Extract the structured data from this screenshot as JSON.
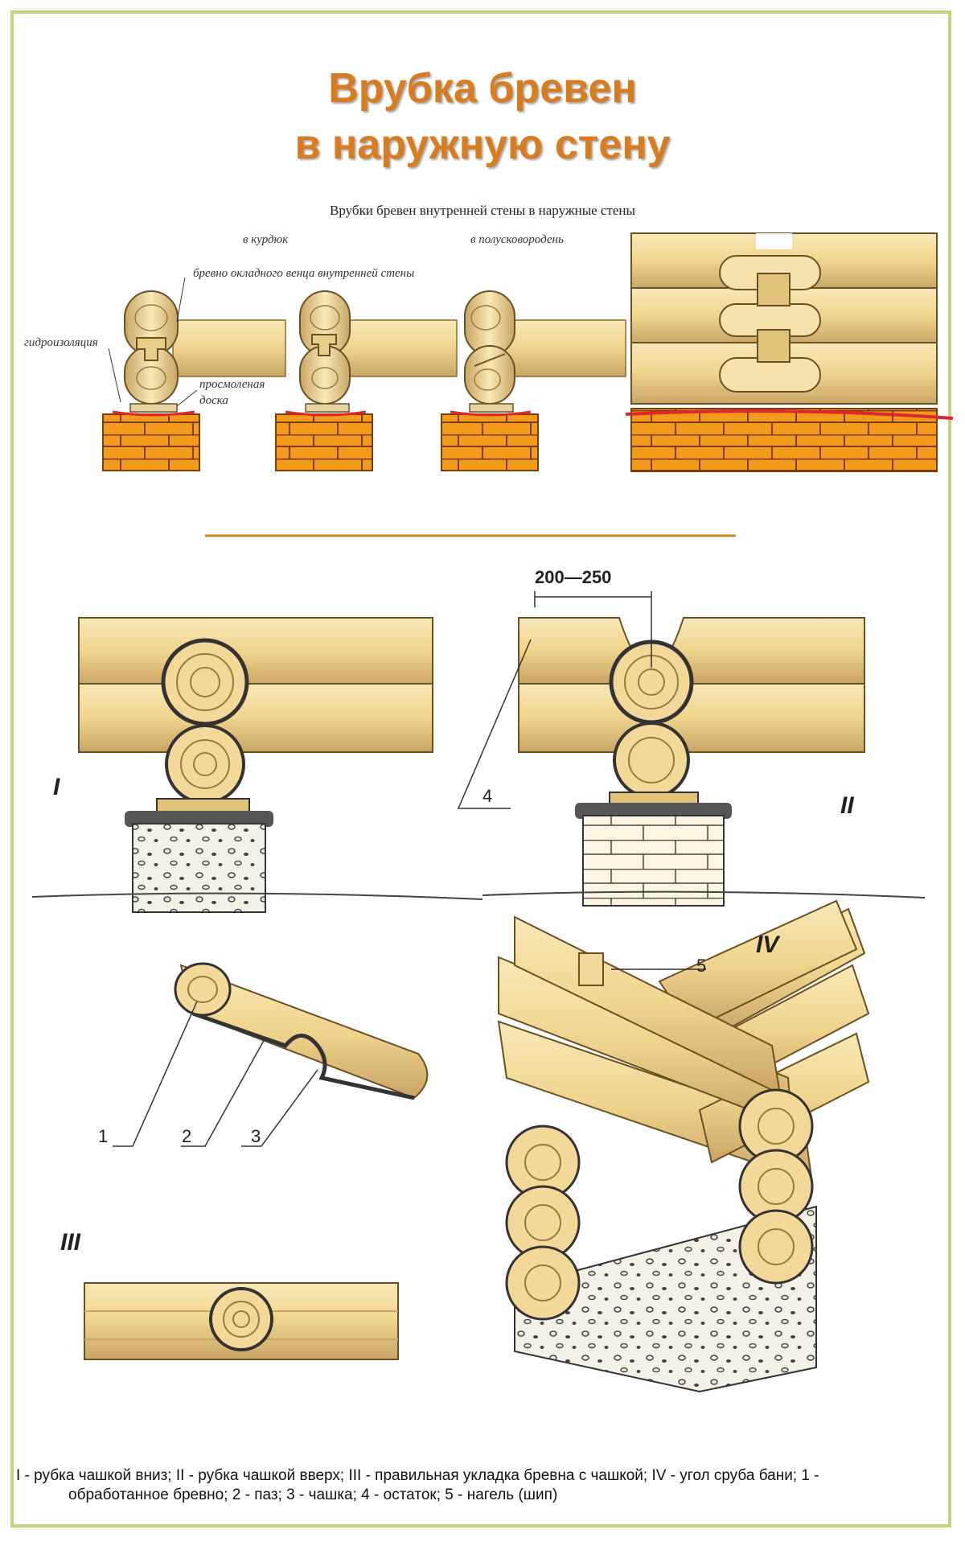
{
  "title": {
    "line1": "Врубка бревен",
    "line2": "в наружную стену"
  },
  "top_diagram": {
    "heading": "Врубки бревен внутренней стены в наружные стены",
    "label_kurdyuk": "в курдюк",
    "label_polu": "в полусковородень",
    "label_log": "бревно окладного венца внутренней стены",
    "label_hydro": "гидроизоляция",
    "label_board_1": "просмоленая",
    "label_board_2": "доска"
  },
  "bottom_diagram": {
    "roman_1": "I",
    "roman_2": "II",
    "roman_3": "III",
    "roman_4": "IV",
    "dimension": "200—250",
    "num_1": "1",
    "num_2": "2",
    "num_3": "3",
    "num_4": "4",
    "num_5": "5"
  },
  "caption": {
    "line1": "I - рубка чашкой вниз; II - рубка чашкой вверх; III - правильная укладка бревна с чашкой; IV - угол сруба бани; 1 -",
    "line2": "обработанное бревно; 2 - паз; 3 - чашка; 4 - остаток; 5 - нагель (шип)"
  },
  "colors": {
    "title": "#d97b1f",
    "wood": "#f2d99a",
    "wood_dark": "#c9a464",
    "brick": "#f39a1d",
    "red_line": "#e0262b",
    "frame": "#c8d27a",
    "divider": "#c9892a"
  }
}
